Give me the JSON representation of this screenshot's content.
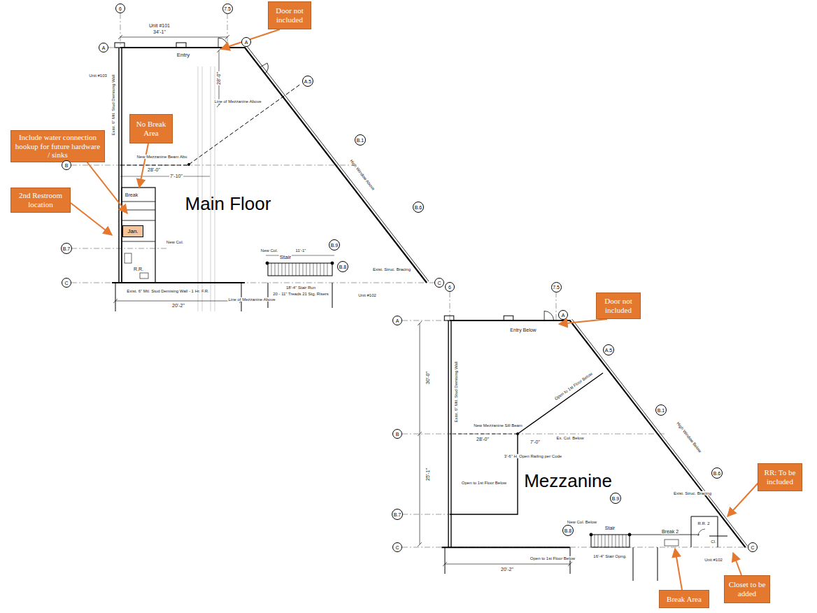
{
  "diagram": {
    "nodes": [
      {
        "text": [
          "Door not included"
        ]
      },
      {
        "text": [
          "No Break Area"
        ]
      },
      {
        "text": [
          "Include water connection hookup for future hardware / sinks"
        ]
      },
      {
        "text": [
          "2nd Restroom location"
        ]
      },
      {
        "text": [
          "6"
        ]
      },
      {
        "text": [
          "7.5"
        ]
      },
      {
        "text": [
          "A"
        ]
      },
      {
        "text": [
          "A"
        ]
      },
      {
        "text": [
          "A.5"
        ]
      },
      {
        "text": [
          "B"
        ]
      },
      {
        "text": [
          "B.1"
        ]
      },
      {
        "text": [
          "B.6"
        ]
      },
      {
        "text": [
          "B.7"
        ]
      },
      {
        "text": [
          "B.9"
        ]
      },
      {
        "text": [
          "B.8"
        ]
      },
      {
        "text": [
          "C"
        ]
      },
      {
        "text": [
          "C"
        ]
      },
      {
        "text": [
          "Jan."
        ]
      },
      {
        "text": [
          "Door not included"
        ]
      },
      {
        "text": [
          "RR: To be included"
        ]
      },
      {
        "text": [
          "Closet to be added"
        ]
      },
      {
        "text": [
          "Break Area"
        ]
      },
      {
        "text": [
          "6"
        ]
      },
      {
        "text": [
          "7.5"
        ]
      },
      {
        "text": [
          "A"
        ]
      },
      {
        "text": [
          "A"
        ]
      },
      {
        "text": [
          "A.5"
        ]
      },
      {
        "text": [
          "B"
        ]
      },
      {
        "text": [
          "B.1"
        ]
      },
      {
        "text": [
          "B.6"
        ]
      },
      {
        "text": [
          "B.7"
        ]
      },
      {
        "text": [
          "B.9"
        ]
      },
      {
        "text": [
          "B.8"
        ]
      },
      {
        "text": [
          "C"
        ]
      },
      {
        "text": [
          "C"
        ]
      }
    ],
    "labels": [
      "Unit #101",
      "34'-1\"",
      "Entry",
      "Unit #103",
      "Exist. 6\" Mtl. Stud Demising Wall",
      "28'-0\"",
      "New Mezzanine Beam Abv.",
      "Line of Mezzanine Above",
      "High Window Above",
      "28'-0\"",
      "7'-10\"",
      "Break",
      "R.R.",
      "Stair",
      "18'-4\" Stair Run",
      "20 - 11\" Treads 21 Stg. Risers",
      "20'-2\"",
      "Unit #102",
      "Main Floor",
      "Exist. 6\" Mtl. Stud Demising Wall - 1 Hr. F.R.",
      "New Col.",
      "New Col.",
      "Exist. Struc. Bracing",
      "11'-1\"",
      "Line of Mezzanine Above",
      "Entry Below",
      "Open to 1st Floor Below",
      "New Mezzanine Sill Beam",
      "28'-0\"",
      "7'-0\"",
      "Ex. Col. Below",
      "3'-6\" H. Open Railing per Code",
      "Open to 1st Floor Below",
      "High Window Below",
      "Mezzanine",
      "30'-0\"",
      "25'-1\"",
      "Break 2",
      "Stair",
      "R.R. 2",
      "Cl.",
      "Exist. Struc. Bracing",
      "Unit #102",
      "20'-2\"",
      "16'-4\" Stair Opng.",
      "Open to 1st Floor Below",
      "New Col. Below",
      "Exist. 6\" Mtl. Stud Demising Wall"
    ]
  }
}
